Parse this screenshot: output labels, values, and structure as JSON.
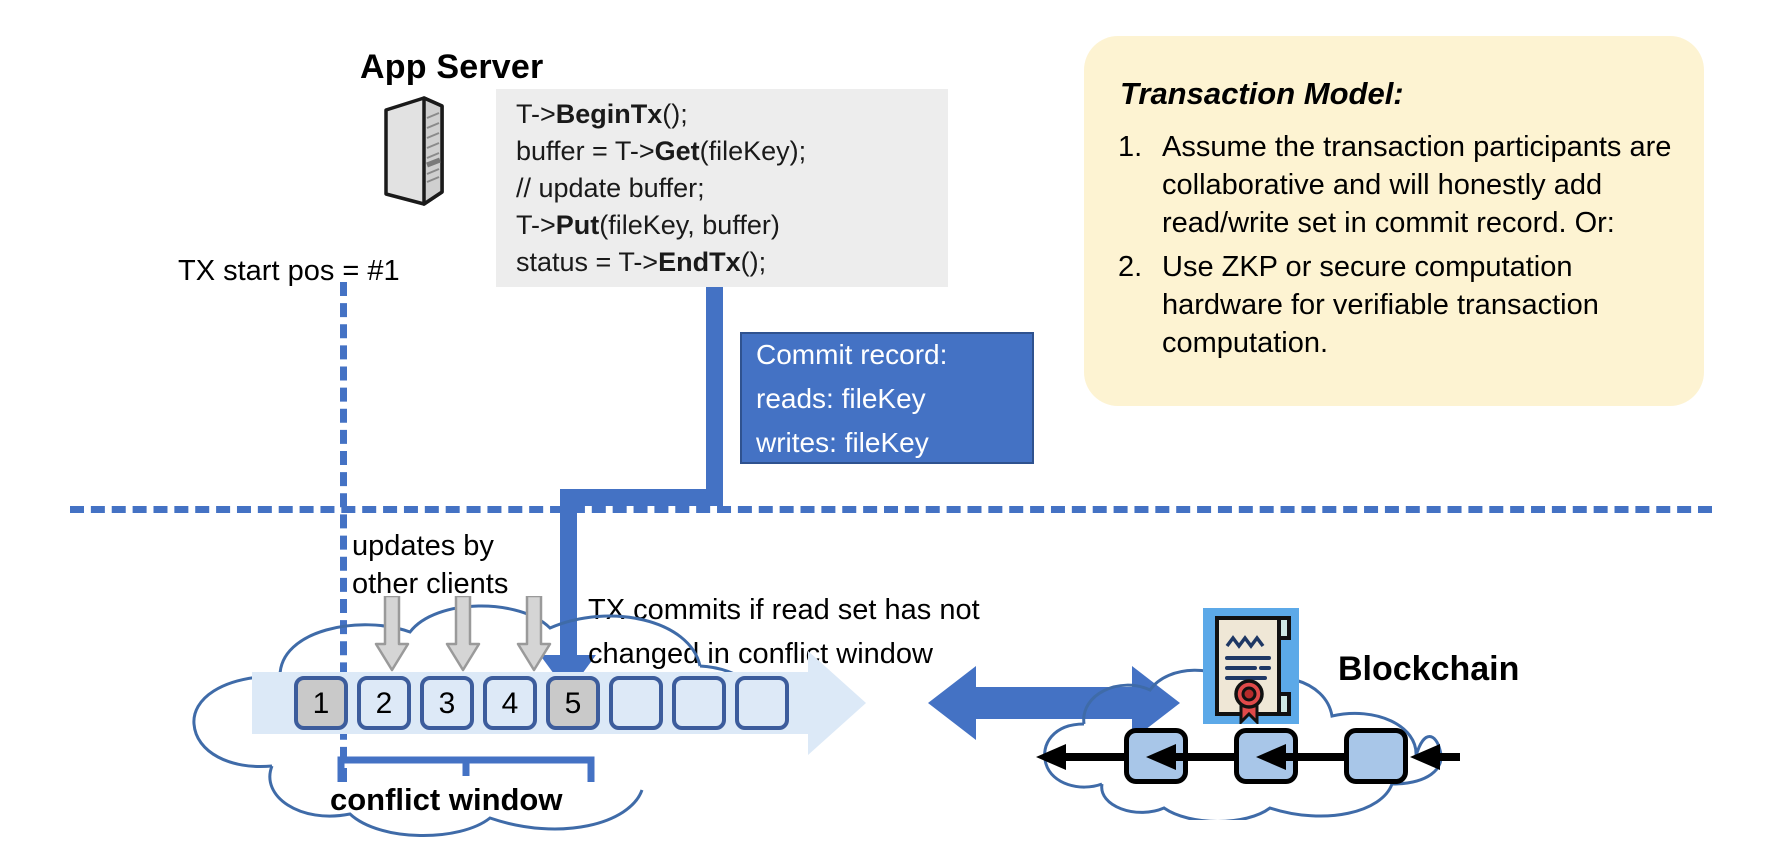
{
  "diagram": {
    "app_server": {
      "title": "App Server",
      "server_icon": "server-tower-icon",
      "code_lines": [
        {
          "pre": "T->",
          "bold": "BeginTx",
          "post": "();"
        },
        {
          "pre": "buffer = T->",
          "bold": "Get",
          "post": "(fileKey);"
        },
        {
          "pre": "// update buffer;",
          "bold": "",
          "post": ""
        },
        {
          "pre": "T->",
          "bold": "Put",
          "post": "(fileKey, buffer)"
        },
        {
          "pre": "status = T->",
          "bold": "EndTx",
          "post": "();"
        }
      ]
    },
    "tx_start": {
      "label": "TX start pos = #1"
    },
    "commit_record": {
      "title": "Commit record:",
      "reads": "reads: fileKey",
      "writes": "writes: fileKey",
      "fill": "#4472c4"
    },
    "transaction_model": {
      "title": "Transaction Model:",
      "fill": "#fdf3d2",
      "items": [
        {
          "num": "1.",
          "text": "Assume the transaction participants are collaborative and will honestly add read/write set in commit record.  Or:"
        },
        {
          "num": "2.",
          "text": "Use ZKP or secure computation hardware for verifiable transaction computation."
        }
      ]
    },
    "log": {
      "updates_label_line1": "updates by",
      "updates_label_line2": "other clients",
      "commit_label_line1": "TX commits if read set has not",
      "commit_label_line2": "changed in conflict window",
      "conflict_window_label": "conflict window",
      "cells": [
        {
          "label": "1",
          "state": "filled"
        },
        {
          "label": "2",
          "state": "empty"
        },
        {
          "label": "3",
          "state": "empty"
        },
        {
          "label": "4",
          "state": "empty"
        },
        {
          "label": "5",
          "state": "filled"
        },
        {
          "label": "",
          "state": "empty"
        },
        {
          "label": "",
          "state": "empty"
        },
        {
          "label": "",
          "state": "empty"
        }
      ],
      "update_arrow_count": 3,
      "cell_fill_empty": "#dde9f7",
      "cell_fill_filled": "#c9c9c9",
      "cell_border": "#3c5c9c"
    },
    "blockchain": {
      "label": "Blockchain",
      "certificate_icon": "certificate-seal-icon",
      "block_count": 3,
      "block_fill": "#a8c6e8",
      "arrow_icon": "double-headed-arrow-icon"
    },
    "colors": {
      "accent_blue": "#4472c4",
      "cloud_outline": "#3f6ba8",
      "code_bg": "#ededed",
      "callout_bg": "#fdf3d2",
      "log_band": "#dce9f7"
    }
  }
}
